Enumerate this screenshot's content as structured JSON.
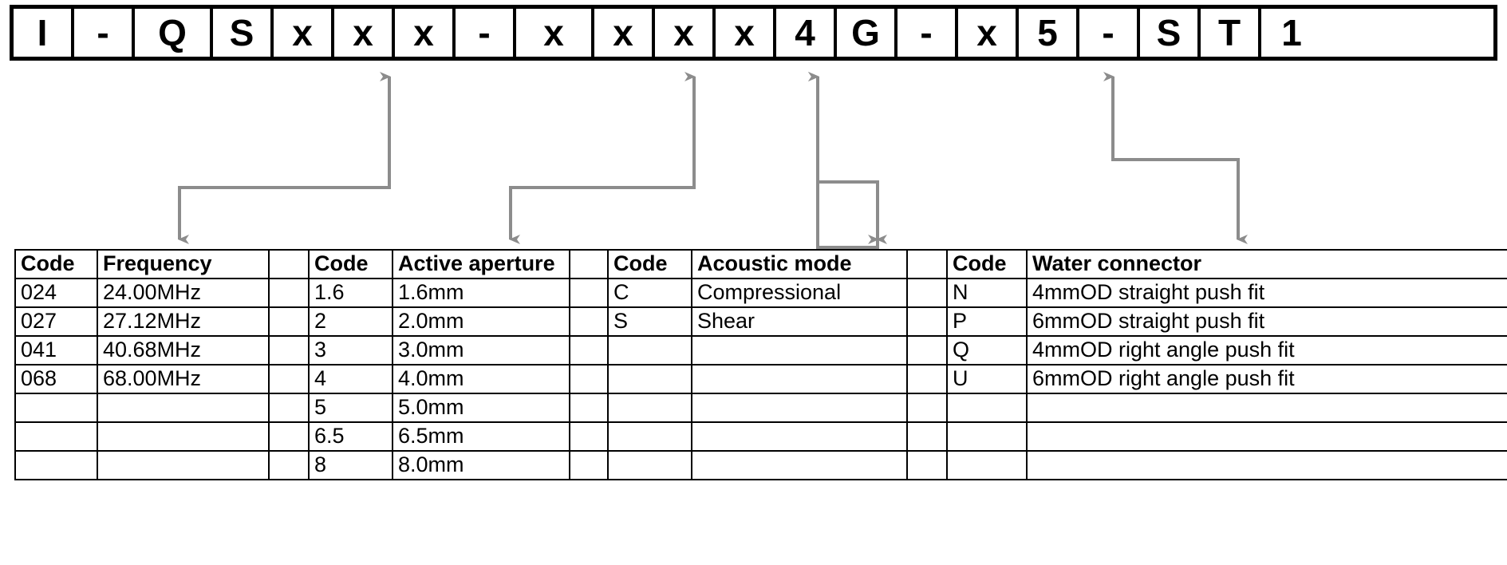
{
  "part_number": {
    "label": "part-number-string",
    "characters": [
      "I",
      "-",
      "Q",
      "S",
      "x",
      "x",
      "x",
      "-",
      "x",
      "x",
      "x",
      "x",
      "4",
      "G",
      "-",
      "x",
      "5",
      "-",
      "S",
      "T",
      "1"
    ]
  },
  "tables": {
    "frequency": {
      "code_header": "Code",
      "value_header": "Frequency",
      "rows": [
        {
          "code": "024",
          "value": "24.00MHz"
        },
        {
          "code": "027",
          "value": "27.12MHz"
        },
        {
          "code": "041",
          "value": "40.68MHz"
        },
        {
          "code": "068",
          "value": "68.00MHz"
        },
        {
          "code": "",
          "value": ""
        },
        {
          "code": "",
          "value": ""
        },
        {
          "code": "",
          "value": ""
        }
      ]
    },
    "aperture": {
      "code_header": "Code",
      "value_header": "Active aperture",
      "rows": [
        {
          "code": "1.6",
          "value": "1.6mm"
        },
        {
          "code": "2",
          "value": "2.0mm"
        },
        {
          "code": "3",
          "value": "3.0mm"
        },
        {
          "code": "4",
          "value": "4.0mm"
        },
        {
          "code": "5",
          "value": "5.0mm"
        },
        {
          "code": "6.5",
          "value": "6.5mm"
        },
        {
          "code": "8",
          "value": "8.0mm"
        }
      ]
    },
    "acoustic_mode": {
      "code_header": "Code",
      "value_header": "Acoustic mode",
      "rows": [
        {
          "code": "C",
          "value": "Compressional"
        },
        {
          "code": "S",
          "value": "Shear"
        },
        {
          "code": "",
          "value": ""
        },
        {
          "code": "",
          "value": ""
        },
        {
          "code": "",
          "value": ""
        },
        {
          "code": "",
          "value": ""
        },
        {
          "code": "",
          "value": ""
        }
      ]
    },
    "water_connector": {
      "code_header": "Code",
      "value_header": "Water connector",
      "rows": [
        {
          "code": "N",
          "value": "4mmOD straight push fit"
        },
        {
          "code": "P",
          "value": "6mmOD straight push fit"
        },
        {
          "code": "Q",
          "value": "4mmOD right angle push fit"
        },
        {
          "code": "U",
          "value": "6mmOD right angle push fit"
        },
        {
          "code": "",
          "value": ""
        },
        {
          "code": "",
          "value": ""
        },
        {
          "code": "",
          "value": ""
        }
      ]
    }
  },
  "colors": {
    "leader_line": "#8c8c8c",
    "border": "#000000",
    "text": "#000000",
    "background": "#ffffff"
  }
}
